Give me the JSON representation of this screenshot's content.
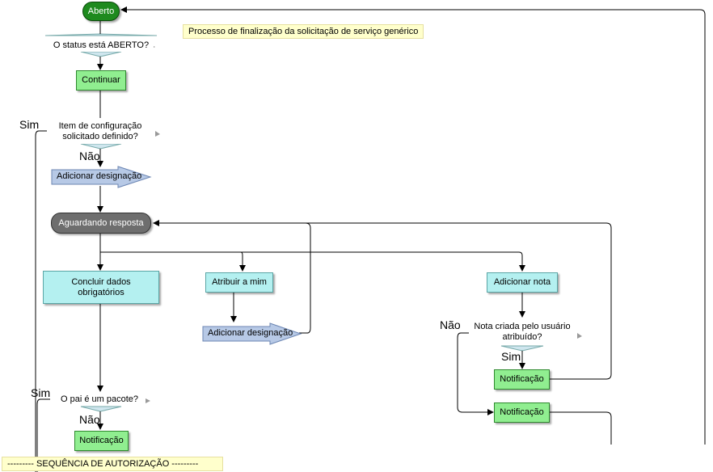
{
  "title_note": "Processo de finalização da solicitação de serviço genérico",
  "footer_note": "--------- SEQUÊNCIA DE AUTORIZAÇÃO ---------",
  "nodes": {
    "start": "Aberto",
    "cond_status": "O status está ABERTO?",
    "continue": "Continuar",
    "cond_ci": "Item de configuração solicitado definido?",
    "add_assign_1": "Adicionar designação",
    "waiting": "Aguardando resposta",
    "complete_data": "Concluir dados obrigatórios",
    "assign_me": "Atribuir a mim",
    "add_assign_2": "Adicionar designação",
    "add_note": "Adicionar nota",
    "cond_note": "Nota criada pelo usuário atribuído?",
    "notify_1": "Notificação",
    "notify_2": "Notificação",
    "cond_parent": "O pai é um pacote?",
    "notify_3": "Notificação"
  },
  "edge_labels": {
    "ci_yes": "Sim",
    "ci_no": "Não",
    "note_no": "Não",
    "note_yes": "Sim",
    "parent_yes": "Sim",
    "parent_no": "Não"
  }
}
